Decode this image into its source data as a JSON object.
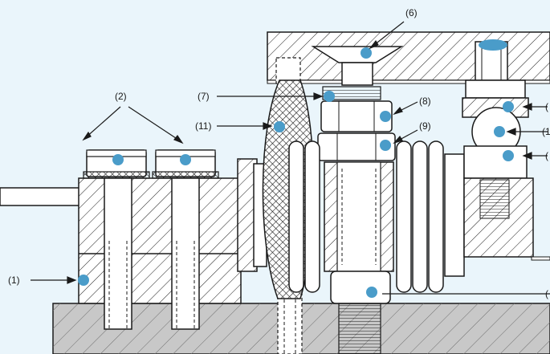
{
  "diagram": {
    "labels": {
      "l1": "(1)",
      "l2": "(2)",
      "l6": "(6)",
      "l7": "(7)",
      "l8": "(8)",
      "l9": "(9)",
      "l11": "(11)",
      "r1": "(",
      "r2": "(1",
      "r3": "(",
      "r4": "("
    },
    "colors": {
      "background": "#eaf5fb",
      "marker": "#4a9cc9",
      "base_plate": "#c8c8c8",
      "parts": "#ffffff",
      "outline": "#1a1a1a"
    }
  }
}
